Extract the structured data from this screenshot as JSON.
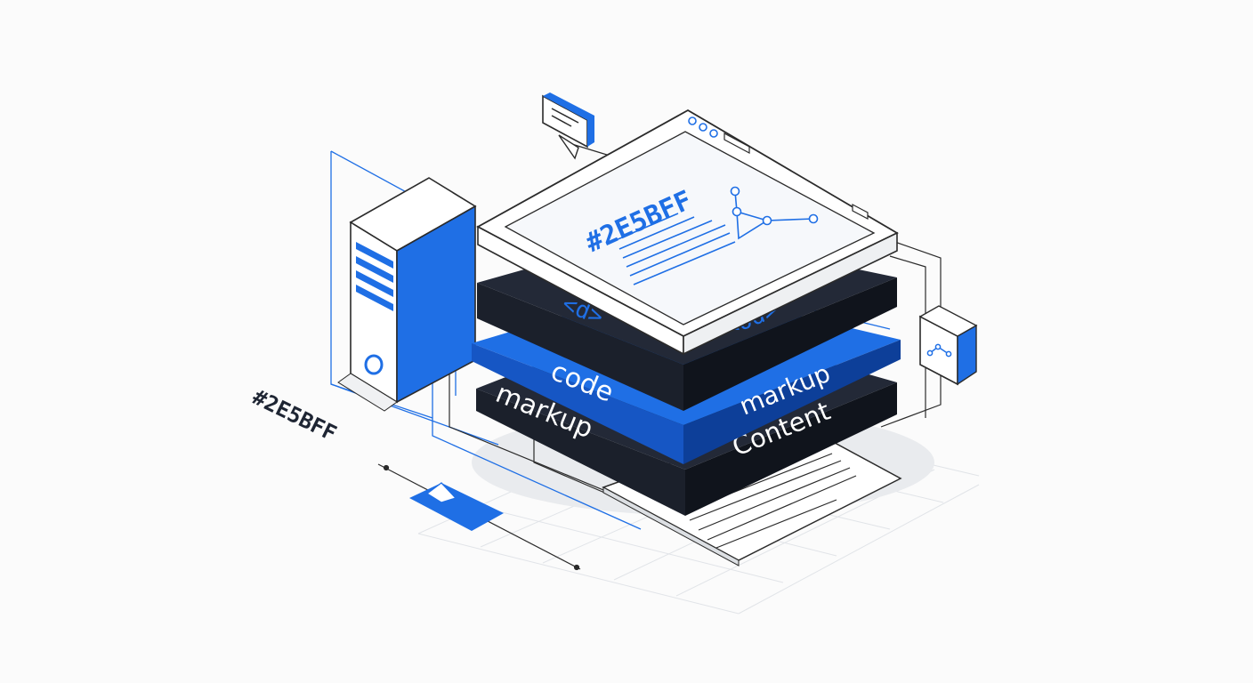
{
  "labels": {
    "screen_hex": "#2E5BFF",
    "side_hex": "#2E5BFF",
    "code": "code",
    "markup_left": "markup",
    "markup_right": "markup",
    "content": "Content",
    "tag_left": "<d>",
    "tag_right": "<od>"
  },
  "colors": {
    "accent": "#1f6fe5",
    "dark": "#1e2533",
    "line": "#2b2b2b",
    "paper": "#ffffff",
    "grid": "#e3e6ea"
  }
}
